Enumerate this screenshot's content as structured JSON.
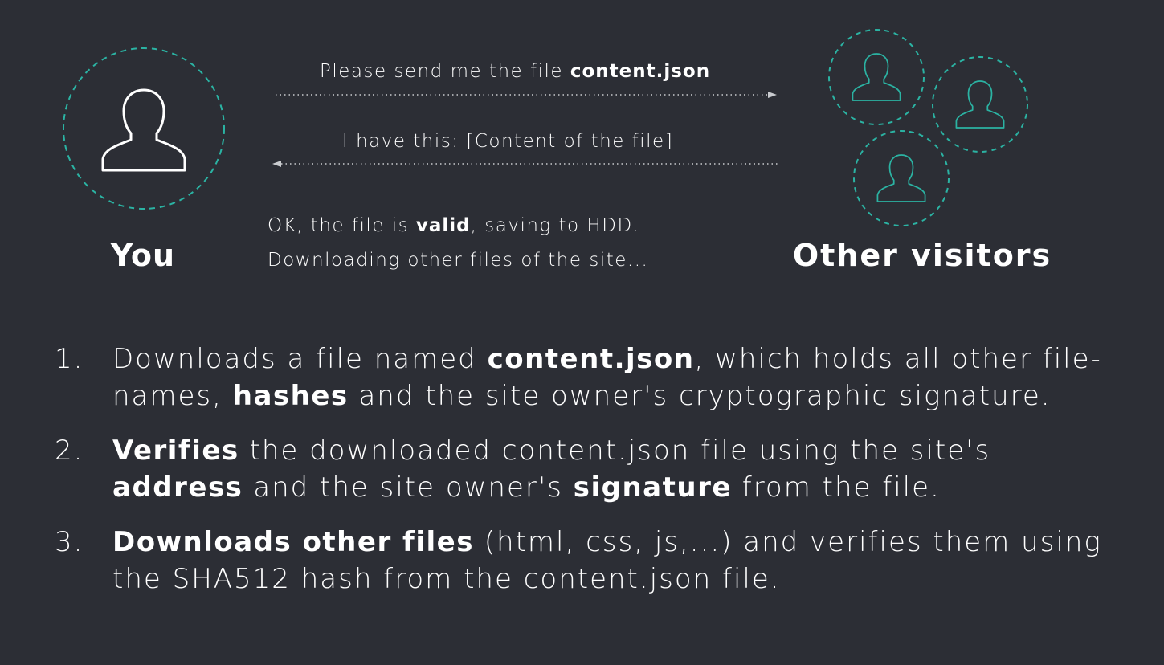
{
  "you": {
    "label": "You"
  },
  "others": {
    "label": "Other visitors"
  },
  "messages": {
    "request_prefix": "Please send me the file ",
    "request_file": "content.json",
    "response": "I have this: [Content of the file]",
    "ok_prefix": "OK, the file is ",
    "ok_bold": "valid",
    "ok_suffix": ", saving to HDD.",
    "downloading": "Downloading other files of the site..."
  },
  "steps": [
    {
      "number": "1.",
      "line1_a": "Downloads a file named ",
      "line1_b": "content.json",
      "line1_c": ", which holds all other file-",
      "line2_a": "names, ",
      "line2_b": "hashes",
      "line2_c": " and the site owner's cryptographic signature."
    },
    {
      "number": "2.",
      "line1_a": "Verifies",
      "line1_b": " the downloaded content.json file using the site's",
      "line2_a": "address",
      "line2_b": " and the site owner's ",
      "line2_c": "signature",
      "line2_d": " from the file."
    },
    {
      "number": "3.",
      "line1_a": "Downloads other files",
      "line1_b": " (html, css, js,...) and verifies them using",
      "line2": "the SHA512 hash from the content.json file."
    }
  ],
  "colors": {
    "background": "#2c2e35",
    "accent": "#2bb3a3",
    "text": "#ffffff",
    "arrow": "#c9cbcf"
  },
  "icons": {
    "you": "user-icon",
    "visitors": "user-icon"
  }
}
